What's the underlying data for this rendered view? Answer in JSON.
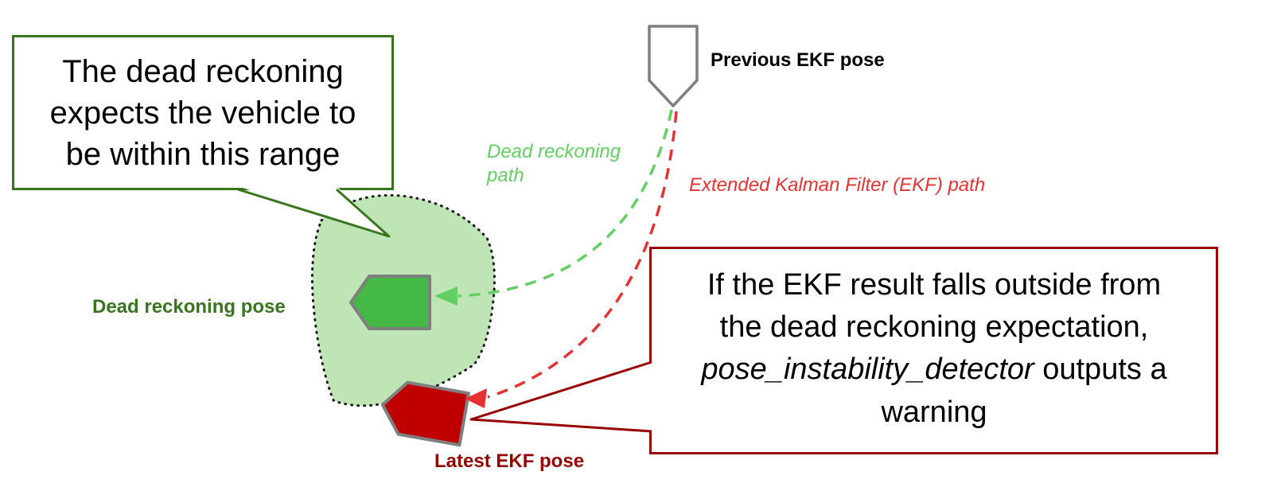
{
  "green_callout": {
    "line1": "The dead reckoning",
    "line2": "expects the vehicle to",
    "line3": "be within this range"
  },
  "red_callout": {
    "line1": "If the EKF result falls outside from",
    "line2": "the dead reckoning expectation,",
    "line3_italic": "pose_instability_detector",
    "line3_rest": " outputs a",
    "line4": "warning"
  },
  "labels": {
    "previous_ekf_pose": "Previous EKF pose",
    "dead_reckoning_path": "Dead reckoning path",
    "ekf_path": "Extended Kalman Filter (EKF) path",
    "dead_reckoning_pose": "Dead reckoning pose",
    "latest_ekf_pose": "Latest EKF pose"
  },
  "colors": {
    "dark_green": "#38761d",
    "light_green": "#62cf62",
    "pale_green_fill": "#bfe5b6",
    "pose_green": "#45b945",
    "red_path": "#e63232",
    "dark_red": "#990000",
    "pose_red": "#c00000",
    "gray_stroke": "#7f7f7f"
  }
}
